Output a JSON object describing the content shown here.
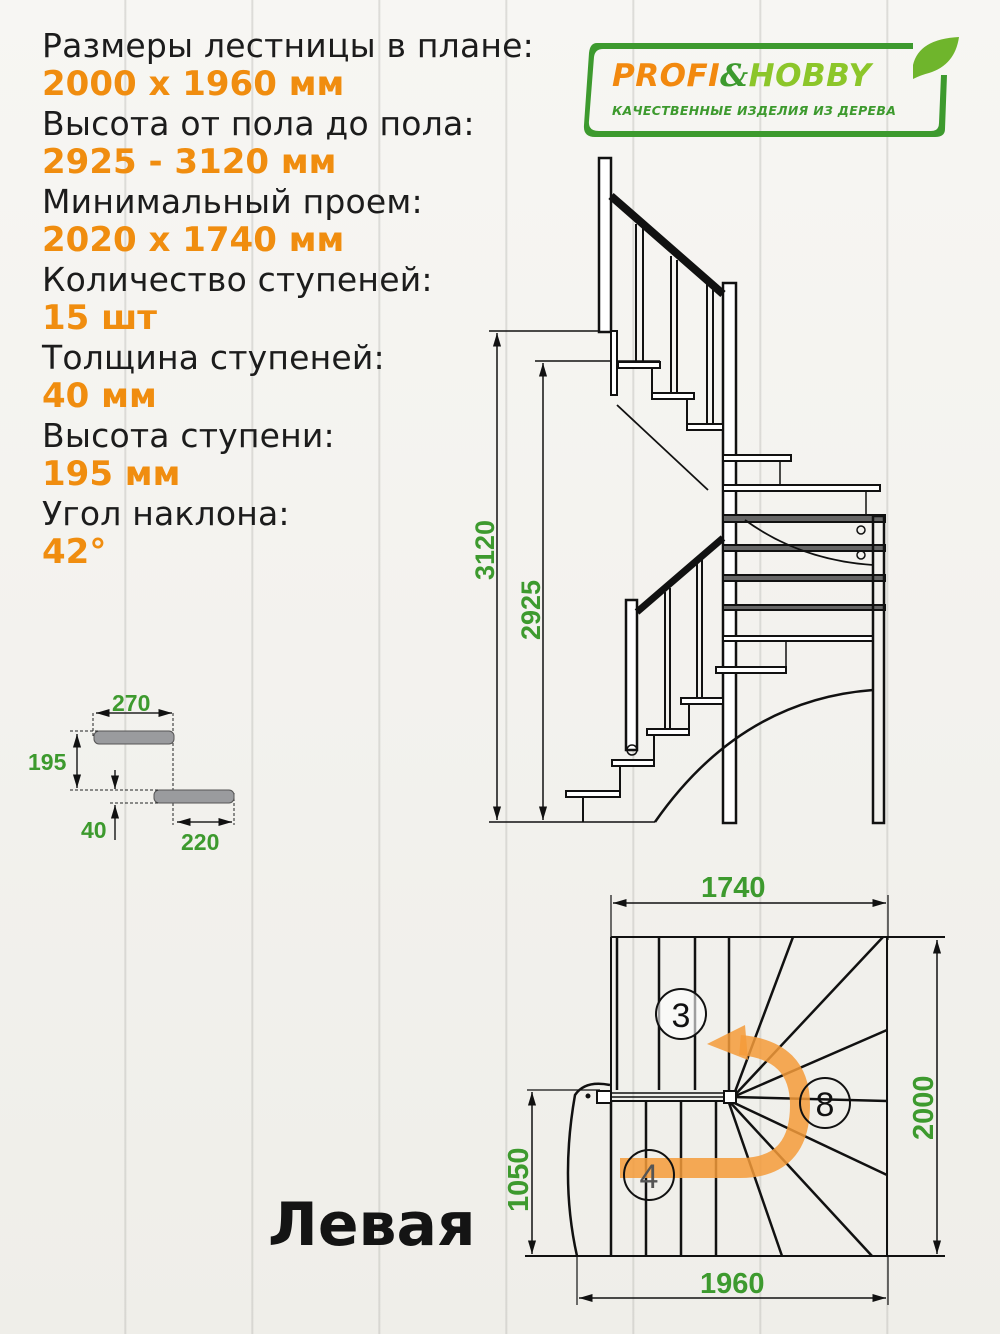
{
  "specs": [
    {
      "label": "Размеры лестницы в плане:",
      "value": "2000 х 1960 мм"
    },
    {
      "label": "Высота от пола до пола:",
      "value": "2925 - 3120 мм"
    },
    {
      "label": "Минимальный проем:",
      "value": "2020 х 1740 мм"
    },
    {
      "label": "Количество ступеней:",
      "value": "15 шт"
    },
    {
      "label": "Толщина ступеней:",
      "value": "40 мм"
    },
    {
      "label": "Высота ступени:",
      "value": "195 мм"
    },
    {
      "label": "Угол наклона:",
      "value": "42°"
    }
  ],
  "logo": {
    "profi": "PROFI",
    "amp": "&",
    "hobby": "HOBBY",
    "tagline": "КАЧЕСТВЕННЫЕ ИЗДЕЛИЯ ИЗ ДЕРЕВА"
  },
  "step_detail": {
    "tread_depth": "270",
    "riser_height": "195",
    "thickness": "40",
    "going": "220"
  },
  "side_view": {
    "height_max": "3120",
    "height_min": "2925"
  },
  "plan_view": {
    "opening_width": "1740",
    "depth": "2000",
    "width": "1960",
    "landing_offset": "1050",
    "step_markers": [
      "3",
      "8",
      "4"
    ]
  },
  "orientation": "Левая",
  "colors": {
    "accent_orange": "#f08d0f",
    "dimension_green": "#3d9a2e",
    "logo_lime": "#8cc62a"
  }
}
